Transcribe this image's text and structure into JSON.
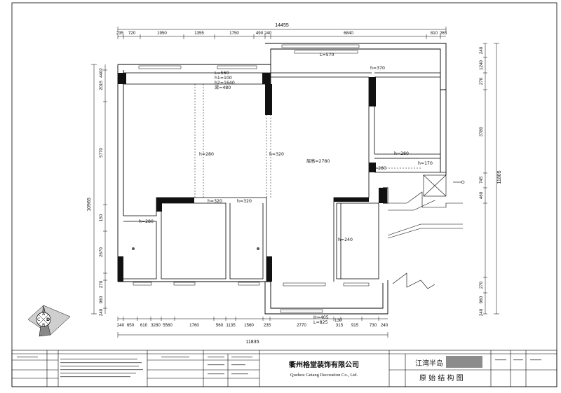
{
  "overall": {
    "top_width": "14455",
    "bottom_width": "11835",
    "right_height": "11805",
    "left_height": "10965"
  },
  "top_dims": [
    "235",
    "720",
    "1950",
    "1355",
    "1750",
    "490",
    "240",
    "6840",
    "810",
    "265"
  ],
  "bottom_dims": [
    "240",
    "650",
    "610",
    "3280",
    "5560",
    "1760",
    "560",
    "1135",
    "1560",
    "235",
    "2770",
    "315",
    "915",
    "730",
    "240"
  ],
  "left_dims": [
    "4402",
    "2015",
    "5770",
    "150",
    "2670",
    "270",
    "960",
    "240"
  ],
  "right_dims": [
    "240",
    "1240",
    "270",
    "3780",
    "745",
    "460",
    "270",
    "960",
    "240"
  ],
  "beam_note": [
    "L=560",
    "h1=100",
    "h2=1640",
    "梁=480"
  ],
  "beam_top_right": "L=570",
  "heights": {
    "h_top_right": "h=370",
    "h_living_left": "h=280",
    "h_living_mid": "h=320",
    "floor_height": "层高=2780",
    "h_right_280a": "h=280",
    "h_right_280b": "h=280",
    "h_170": "h=170",
    "h_door1": "h=320",
    "h_door2": "h=320",
    "h_bath": "h=280",
    "h_240": "h=240"
  },
  "bottom_note": [
    "H=405",
    "L=825"
  ],
  "bottom_note_130": "130",
  "compass": [
    "A",
    "B",
    "C",
    "D"
  ],
  "title_block": {
    "company_cn": "衢州格堂装饰有限公司",
    "company_en": "Quzhou Getang Decoration Co., Ltd.",
    "project": "江湾半岛",
    "drawing_name": "原 始 结 构 图"
  }
}
